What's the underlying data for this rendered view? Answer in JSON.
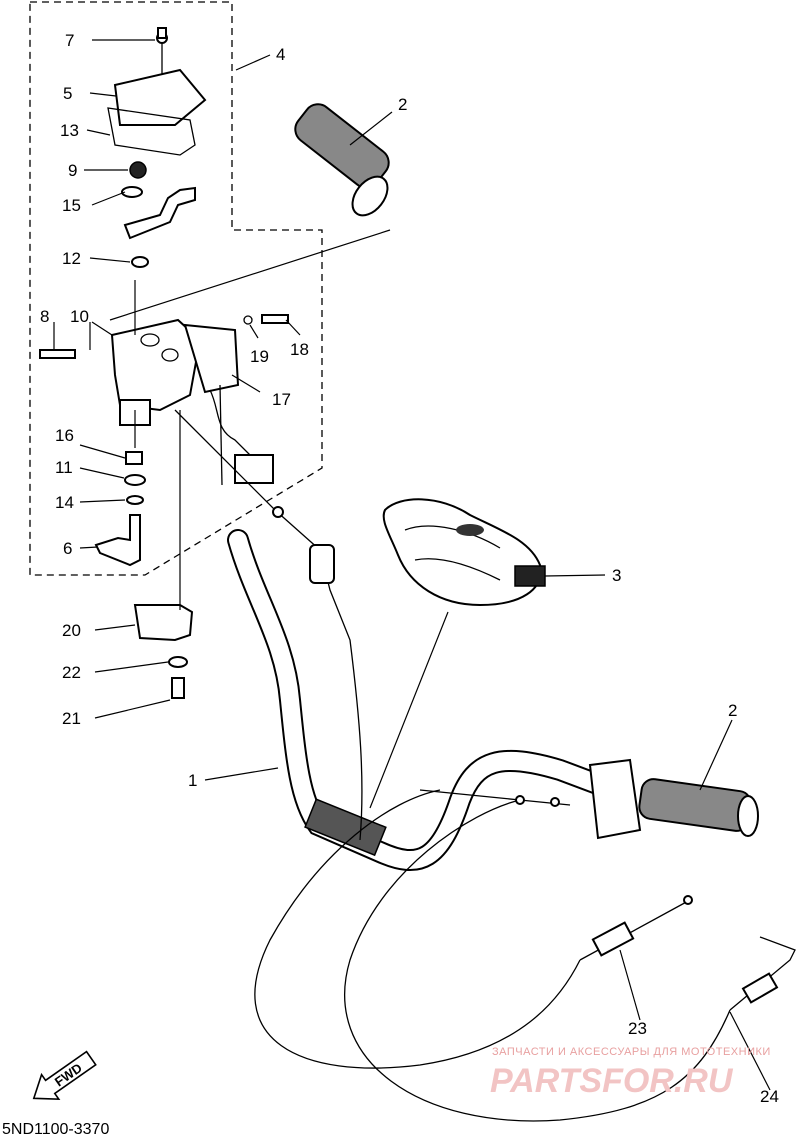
{
  "diagram_code": "5ND1100-3370",
  "fwd_label": "FWD",
  "watermark": {
    "line1": "ЗАПЧАСТИ И АКСЕССУАРЫ ДЛЯ МОТОТЕХНИКИ",
    "line2": "PARTSFOR.RU"
  },
  "callouts": {
    "c1": "1",
    "c2a": "2",
    "c2b": "2",
    "c3": "3",
    "c4": "4",
    "c5": "5",
    "c6": "6",
    "c7": "7",
    "c8": "8",
    "c9": "9",
    "c10": "10",
    "c11": "11",
    "c12": "12",
    "c13": "13",
    "c14": "14",
    "c15": "15",
    "c16": "16",
    "c17": "17",
    "c18": "18",
    "c19": "19",
    "c20": "20",
    "c21": "21",
    "c22": "22",
    "c23": "23",
    "c24": "24"
  }
}
